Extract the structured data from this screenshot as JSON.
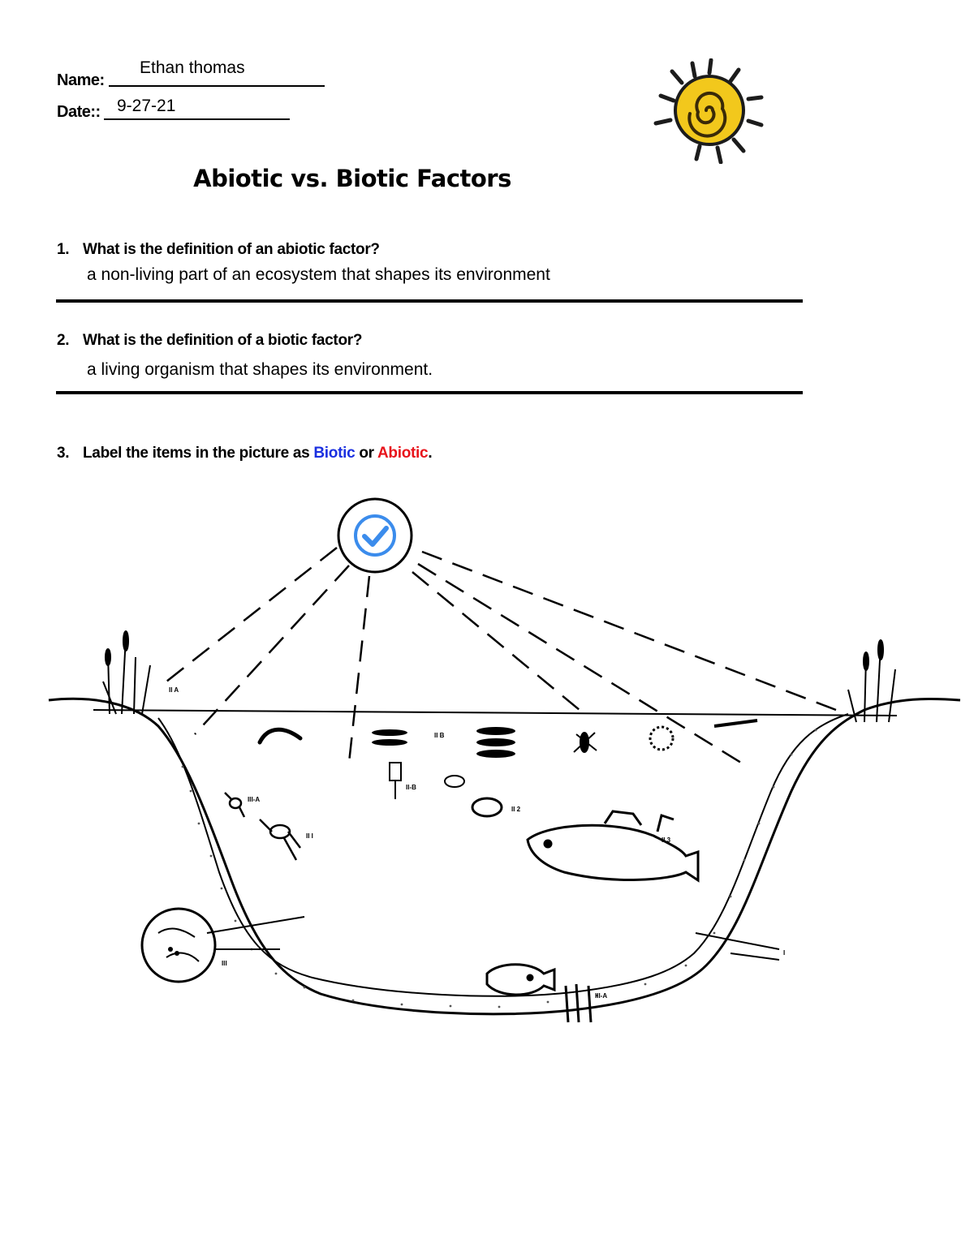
{
  "header": {
    "name_label": "Name:",
    "name_value": "Ethan thomas",
    "date_label": "Date::",
    "date_value": "9-27-21"
  },
  "title": "Abiotic vs. Biotic Factors",
  "questions": [
    {
      "number": "1.",
      "text": "What is the definition of an abiotic factor?",
      "answer": "a non-living part of an ecosystem that shapes its environment"
    },
    {
      "number": "2.",
      "text": "What is the definition of a biotic factor?",
      "answer": "a living organism that shapes its environment."
    },
    {
      "number": "3.",
      "text_before": "Label the items in the picture as ",
      "biotic_word": "Biotic",
      "middle": " or ",
      "abiotic_word": "Abiotic",
      "end": "."
    }
  ],
  "colors": {
    "biotic": "#1a2fe0",
    "abiotic": "#e8131b",
    "checkmark": "#3b8cec",
    "sun": "#f2c81c"
  },
  "diagram": {
    "check_icon": "checkmark-circle-icon",
    "labels": [
      "II A",
      "II B",
      "III-A",
      "II I",
      "II-B",
      "II 2",
      "II 3",
      "III",
      "I",
      "III-A"
    ]
  }
}
